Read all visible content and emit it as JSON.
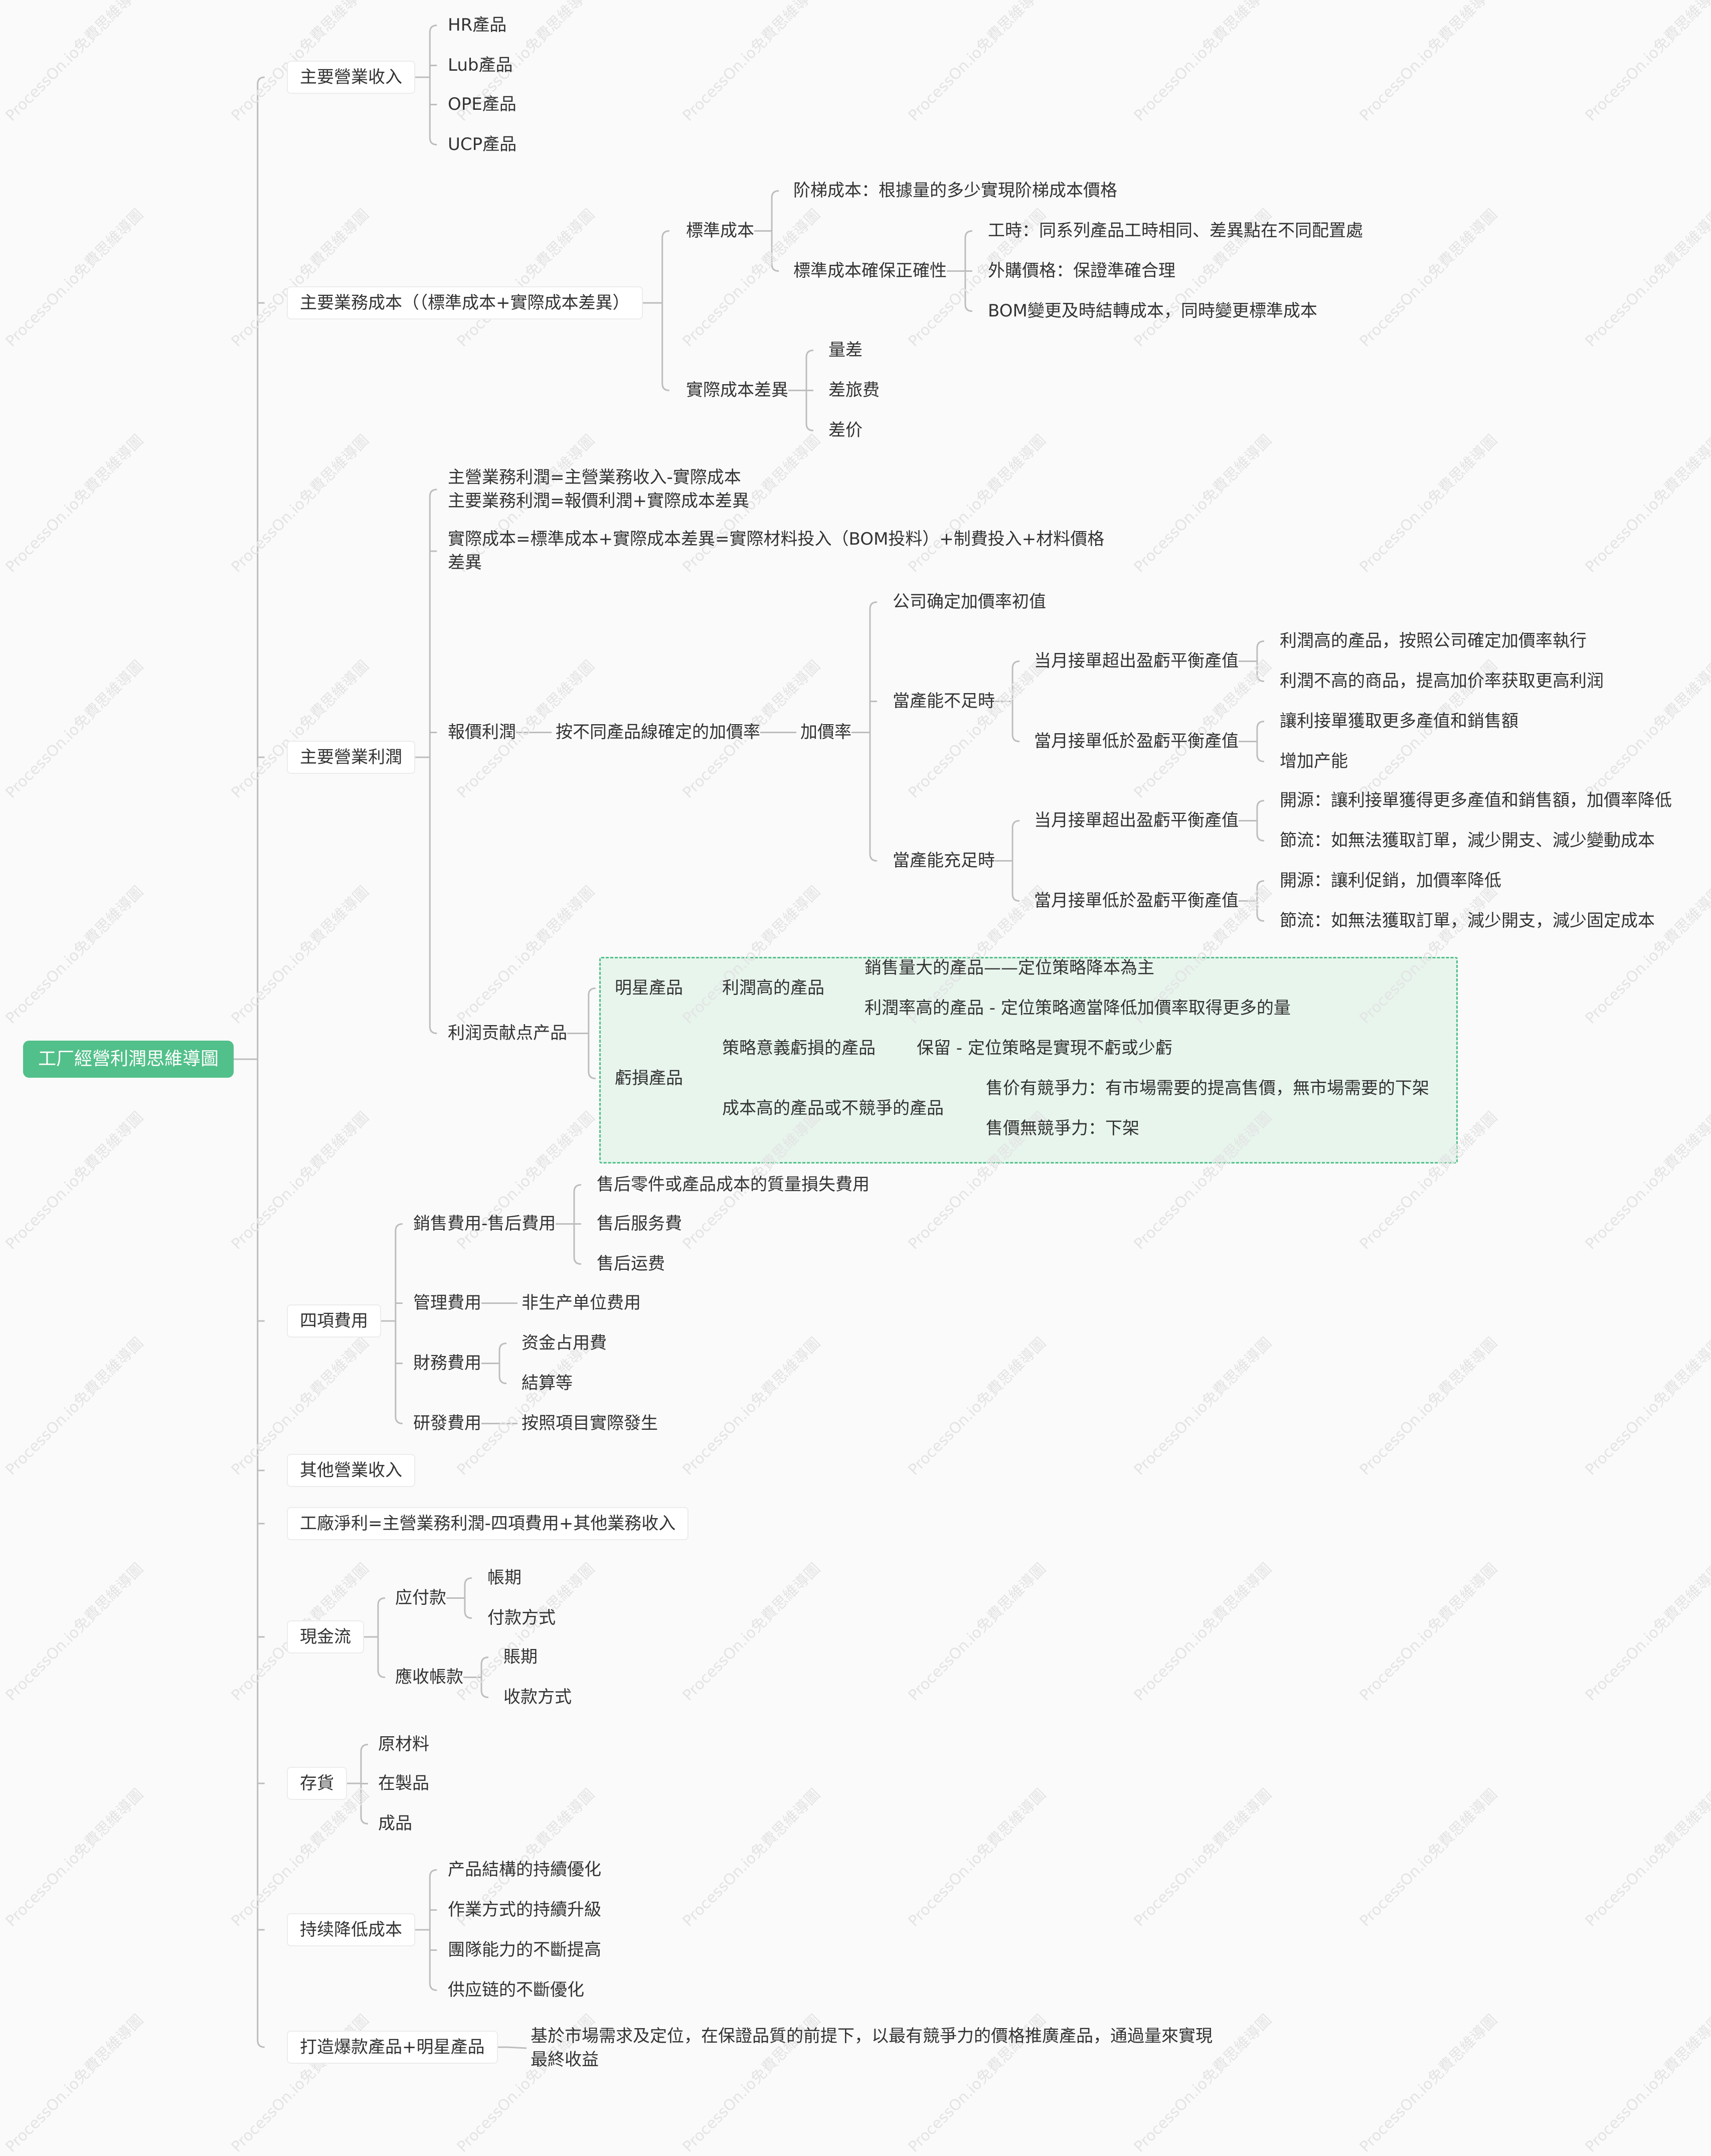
{
  "title": "工厂經營利潤思維導圖",
  "watermark": "ProcessOn.io免費思維導圖",
  "colors": {
    "root": "#52c08a",
    "summary_border": "#52c08a",
    "summary_fill": "#e7f5ed",
    "line": "#bdbdbd",
    "text": "#333333"
  },
  "nodes": {
    "root": "工厂經營利潤思維導圖",
    "n1": "主要營業收入",
    "n1a": "HR產品",
    "n1b": "Lub產品",
    "n1c": "OPE產品",
    "n1d": "UCP產品",
    "n2": "主要業務成本（（標準成本+實際成本差異）",
    "n2a": "標準成本",
    "n2a1": "阶梯成本：根據量的多少實現阶梯成本價格",
    "n2a2": "標準成本確保正確性",
    "n2a2a": "工時：同系列產品工時相同、差異點在不同配置處",
    "n2a2b": "外購價格：保證準確合理",
    "n2a2c": "BOM變更及時結轉成本，同時變更標準成本",
    "n2b": "實際成本差異",
    "n2b1": "量差",
    "n2b2": "差旅费",
    "n2b3": "差价",
    "n3": "主要營業利潤",
    "n3a": "主營業務利潤=主營業務收入-實際成本\n主要業務利潤=報價利潤+實際成本差異",
    "n3b": "實際成本=標準成本+實際成本差異=實際材料投入（BOM投料）+制費投入+材料價格差異",
    "n3c": "報價利潤",
    "n3c1": "按不同產品線確定的加價率",
    "n3c1a": "加價率",
    "n3c1a1": "公司确定加價率初值",
    "n3c1a2": "當產能不足時",
    "n3c1a2a": "当月接單超出盈虧平衡產值",
    "n3c1a2a1": "利潤高的產品，按照公司確定加價率執行",
    "n3c1a2a2": "利潤不高的商品，提高加价率获取更高利润",
    "n3c1a2b": "當月接單低於盈虧平衡產值",
    "n3c1a2b1": "讓利接單獲取更多產值和銷售額",
    "n3c1a2b2": "增加产能",
    "n3c1a3": "當產能充足時",
    "n3c1a3a": "当月接單超出盈虧平衡產值",
    "n3c1a3a1": "開源：讓利接單獲得更多產值和銷售額，加價率降低",
    "n3c1a3a2": "節流：如無法獲取訂單，減少開支、減少變動成本",
    "n3c1a3b": "當月接單低於盈虧平衡產值",
    "n3c1a3b1": "開源：讓利促銷，加價率降低",
    "n3c1a3b2": "節流：如無法獲取訂單，減少開支，減少固定成本",
    "n3d": "利润贡献点产品",
    "n3d1": "明星產品",
    "n3d1a": "利潤高的產品",
    "n3d1a1": "銷售量大的產品——定位策略降本為主",
    "n3d1a2": "利潤率高的產品 - 定位策略適當降低加價率取得更多的量",
    "n3d2": "虧損產品",
    "n3d2a": "策略意義虧損的產品",
    "n3d2a1": "保留 - 定位策略是實現不虧或少虧",
    "n3d2b": "成本高的產品或不競爭的產品",
    "n3d2b1": "售价有競爭力：有市場需要的提高售價，無市場需要的下架",
    "n3d2b2": "售價無競爭力：下架",
    "n4": "四項費用",
    "n4a": "銷售費用-售后費用",
    "n4a1": "售后零件或產品成本的質量損失費用",
    "n4a2": "售后服务費",
    "n4a3": "售后运费",
    "n4b": "管理費用",
    "n4b1": "非生产单位费用",
    "n4c": "財務費用",
    "n4c1": "资金占用費",
    "n4c2": "結算等",
    "n4d": "研發費用",
    "n4d1": "按照項目實際發生",
    "n5": "其他營業收入",
    "n6": "工廠淨利=主營業務利潤-四項費用+其他業務收入",
    "n7": "現金流",
    "n7a": "应付款",
    "n7a1": "帳期",
    "n7a2": "付款方式",
    "n7b": "應收帳款",
    "n7b1": "賬期",
    "n7b2": "收款方式",
    "n8": "存貨",
    "n8a": "原材料",
    "n8b": "在製品",
    "n8c": "成品",
    "n9": "持续降低成本",
    "n9a": "产品結構的持續優化",
    "n9b": "作業方式的持續升級",
    "n9c": "團隊能力的不斷提高",
    "n9d": "供应链的不斷優化",
    "n10": "打造爆款產品+明星產品",
    "n10a": "基於市場需求及定位，在保證品質的前提下，以最有競爭力的價格推廣產品，通過量來實現最終收益"
  }
}
